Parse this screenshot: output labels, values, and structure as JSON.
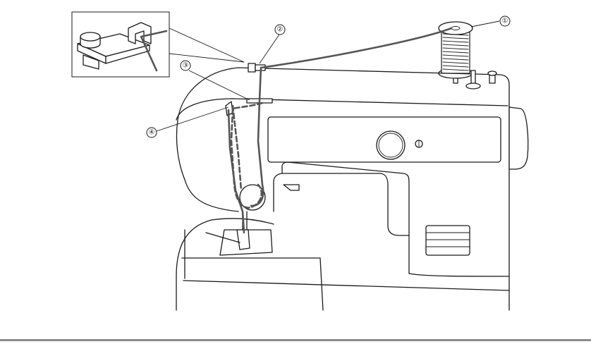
{
  "figure": {
    "callouts": [
      {
        "id": "1",
        "label": "①",
        "part": "spool"
      },
      {
        "id": "2",
        "label": "②",
        "part": "thread-guide"
      },
      {
        "id": "3",
        "label": "③",
        "part": "tension-slot"
      },
      {
        "id": "4",
        "label": "④",
        "part": "take-up-lever"
      }
    ],
    "inset": {
      "part": "thread-guide-detail"
    }
  }
}
